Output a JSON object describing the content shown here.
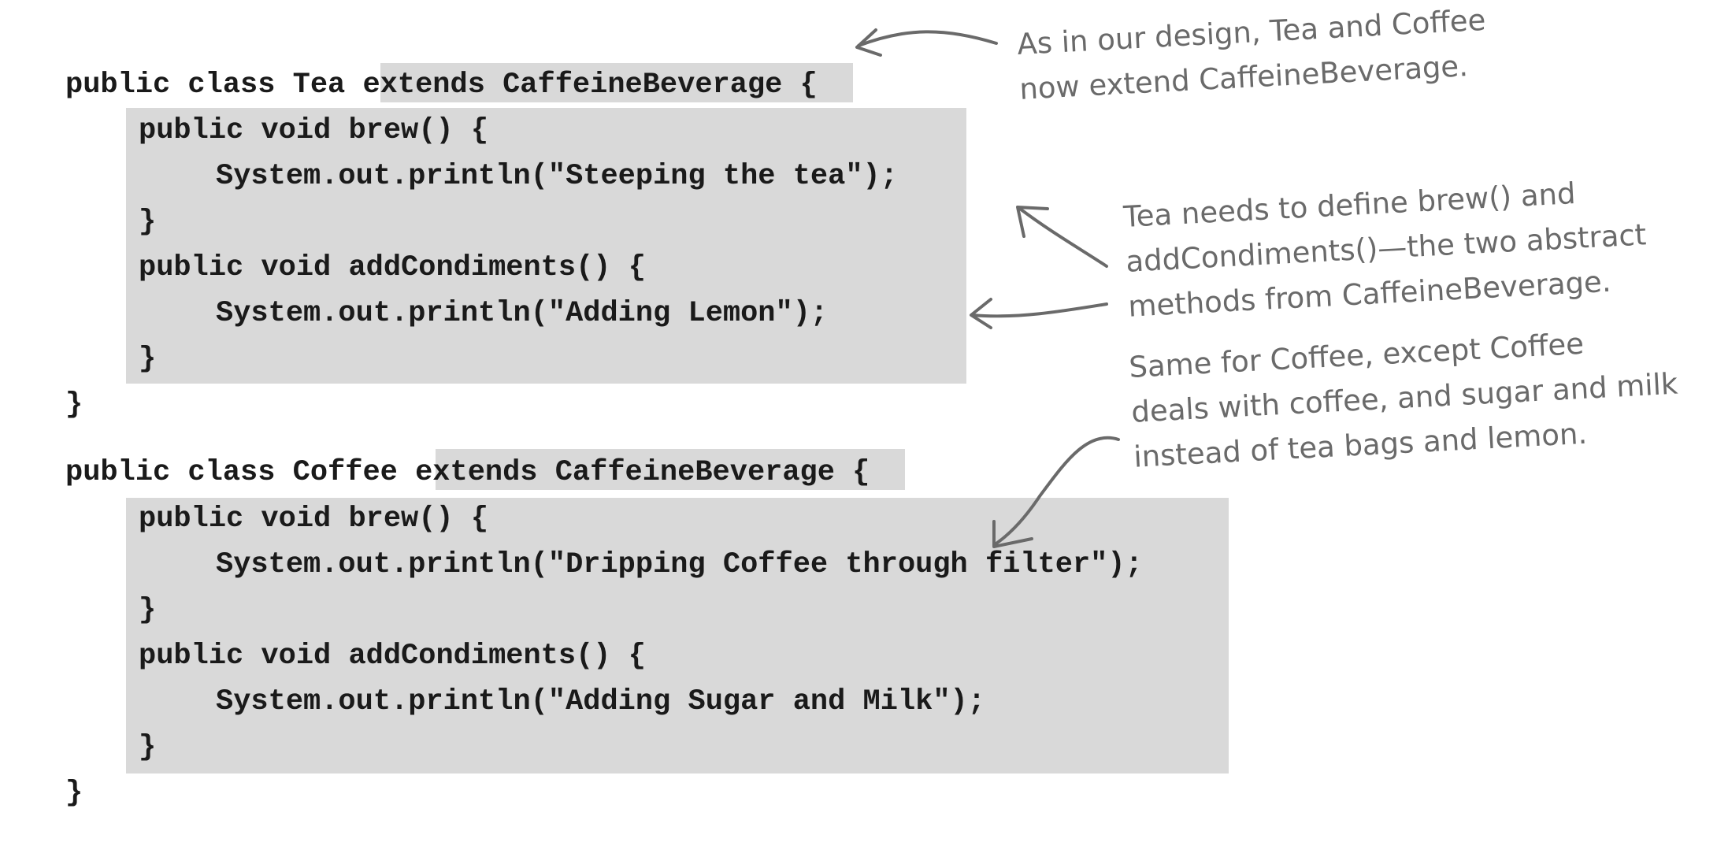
{
  "tea_class": {
    "line_decl": "public class Tea ",
    "extends_clause": "extends CaffeineBeverage",
    "decl_brace": " {",
    "brew_sig": "public void brew() {",
    "brew_body": "System.out.println(\"Steeping the tea\");",
    "brew_close": "}",
    "cond_sig": "public void addCondiments() {",
    "cond_body": "System.out.println(\"Adding Lemon\");",
    "cond_close": "}",
    "class_close": "}"
  },
  "coffee_class": {
    "line_decl": "public class Coffee ",
    "extends_clause": "extends CaffeineBeverage",
    "decl_brace": " {",
    "brew_sig": "public void brew() {",
    "brew_body": "System.out.println(\"Dripping Coffee through filter\");",
    "brew_close": "}",
    "cond_sig": "public void addCondiments() {",
    "cond_body": "System.out.println(\"Adding Sugar and Milk\");",
    "cond_close": "}",
    "class_close": "}"
  },
  "annotations": {
    "note1": [
      "As in our design, Tea and Coffee",
      "now extend CaffeineBeverage."
    ],
    "note2": [
      "Tea needs to define brew() and",
      "addCondiments()—the two abstract",
      "methods from CaffeineBeverage."
    ],
    "note3": [
      "Same for Coffee, except Coffee",
      "deals with coffee, and sugar and milk",
      "instead of tea bags and lemon."
    ]
  },
  "colors": {
    "highlight": "#d9d9d9",
    "code": "#1a1a1a",
    "annotation": "#6a6a6a"
  }
}
